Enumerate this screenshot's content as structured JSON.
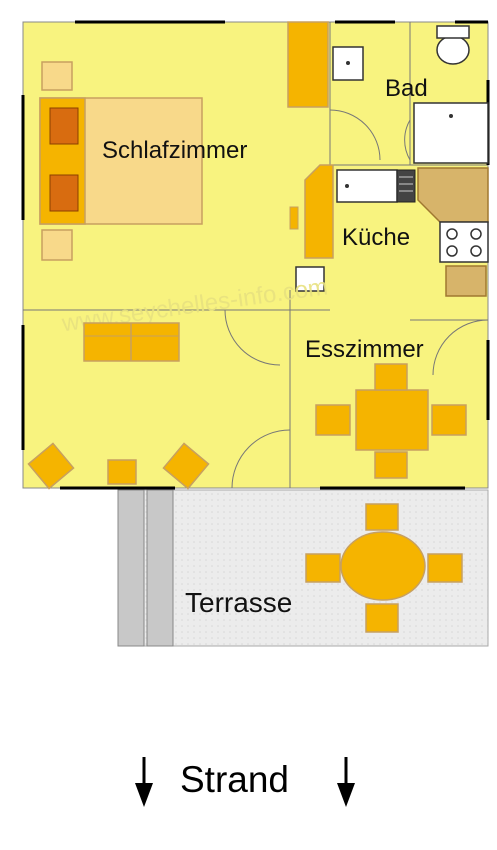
{
  "rooms": {
    "schlafzimmer": "Schlafzimmer",
    "bad": "Bad",
    "kueche": "Küche",
    "esszimmer": "Esszimmer",
    "terrasse": "Terrasse"
  },
  "watermark": "www.seychelles-info.com",
  "footer": {
    "label": "Strand",
    "arrow_icon": "down-arrow-icon"
  },
  "colors": {
    "floor": "#f8f37f",
    "furniture": "#f5b400",
    "bed": "#f8d98a",
    "pillow": "#d86c10",
    "terrace": "#ececec",
    "wall": "#000000"
  }
}
